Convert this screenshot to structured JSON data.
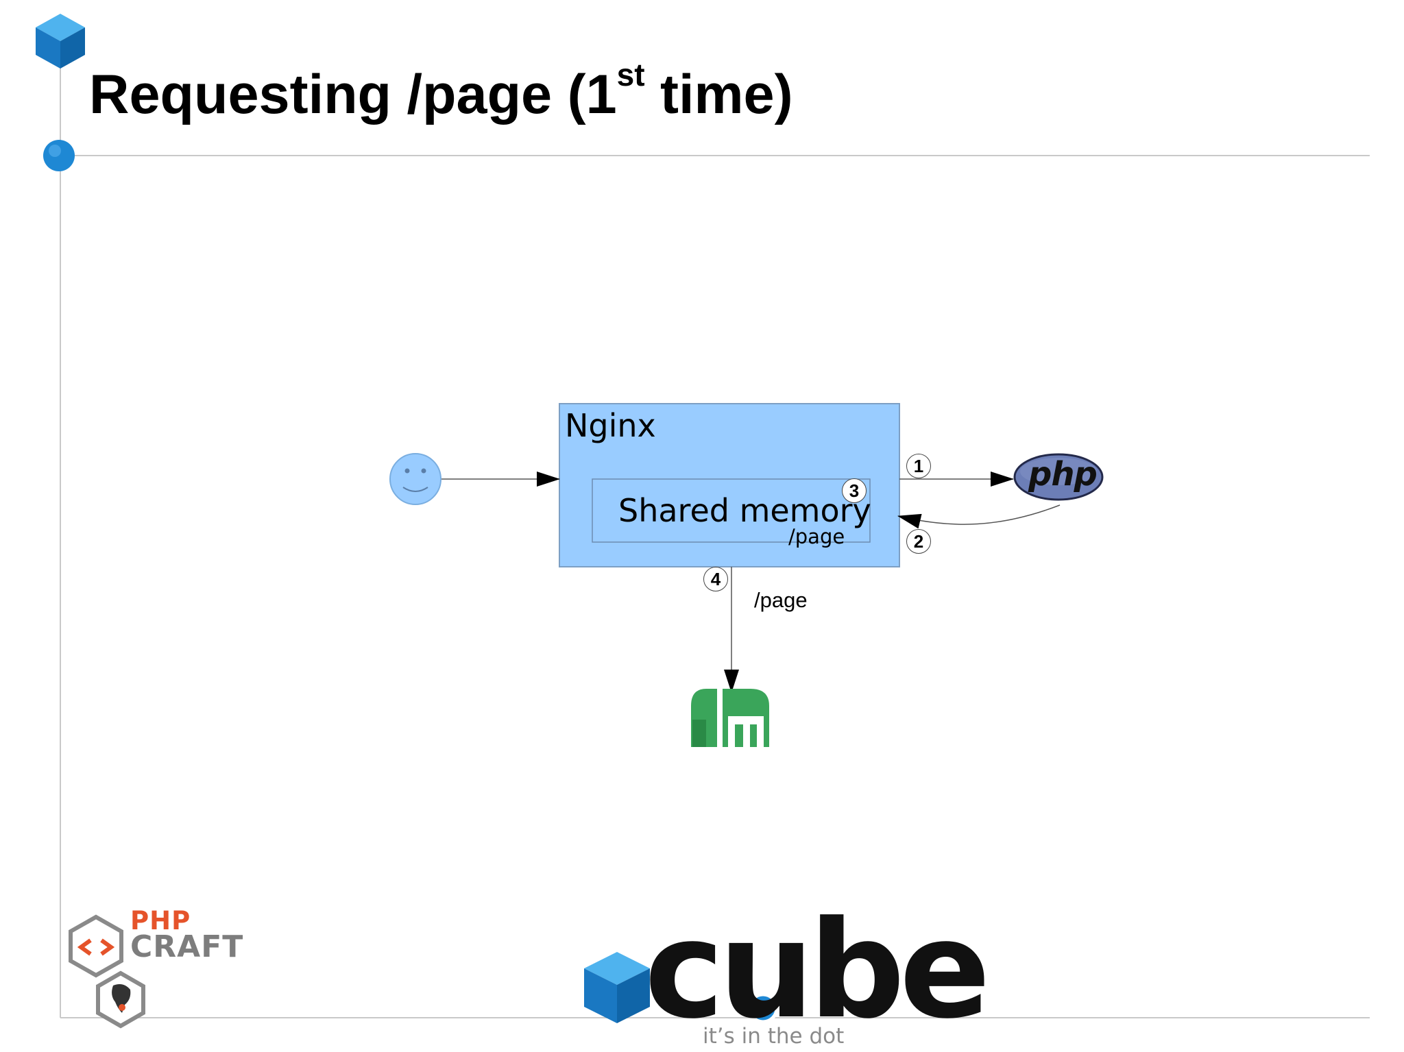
{
  "slide": {
    "title_main": "Requesting /page (1",
    "title_sup": "st",
    "title_end": " time)"
  },
  "diagram": {
    "nginx_label": "Nginx",
    "shared_memory_label": "Shared memory",
    "shared_memory_key": "/page",
    "edge_label": "/page",
    "steps": [
      "1",
      "2",
      "3",
      "4"
    ],
    "php_logo_text": "php"
  },
  "branding": {
    "php_craft_top": "PHP",
    "php_craft_bottom": "CRAFT",
    "cube_wordmark": "cube",
    "cube_tagline": "it’s in the dot"
  },
  "colors": {
    "accent_blue": "#1e88d4",
    "nginx_fill": "#99ccff",
    "php_purple": "#6c7eb7",
    "memcached_green": "#2e9a4d",
    "php_craft_orange": "#e5532a"
  }
}
